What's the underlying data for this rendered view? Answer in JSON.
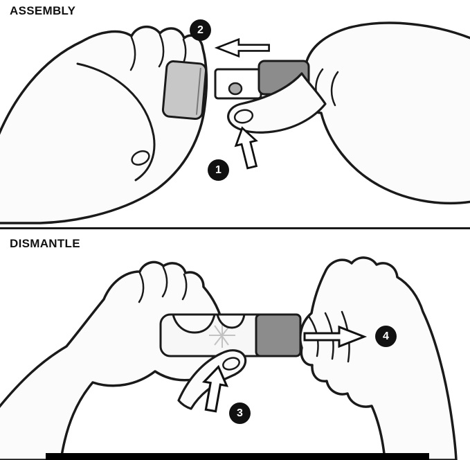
{
  "document": {
    "background": "#ffffff",
    "divider_color": "#1a1a1a"
  },
  "assembly": {
    "title": "ASSEMBLY",
    "steps": [
      {
        "number": "1",
        "arrow_direction": "up"
      },
      {
        "number": "2",
        "arrow_direction": "left"
      }
    ]
  },
  "dismantle": {
    "title": "DISMANTLE",
    "steps": [
      {
        "number": "3",
        "arrow_direction": "up"
      },
      {
        "number": "4",
        "arrow_direction": "right"
      }
    ]
  },
  "colors": {
    "outline": "#1a1a1a",
    "skin": "#fbfbfb",
    "cap_gray": "#c7c7c7",
    "band_gray": "#8c8c8c",
    "badge_bg": "#111111",
    "badge_text": "#ffffff"
  }
}
